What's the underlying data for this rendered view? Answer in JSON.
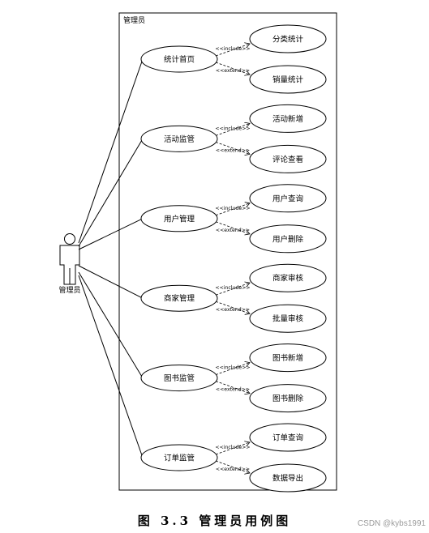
{
  "boundary": {
    "label": "管理员"
  },
  "actor": {
    "label": "管理员",
    "icon": "person-icon"
  },
  "relations": {
    "include": "<<include>>",
    "extend": "<<extend>>"
  },
  "groups": [
    {
      "main": "统计首页",
      "include": "分类统计",
      "extend": "销量统计"
    },
    {
      "main": "活动监管",
      "include": "活动新增",
      "extend": "评论查看"
    },
    {
      "main": "用户管理",
      "include": "用户查询",
      "extend": "用户删除"
    },
    {
      "main": "商家管理",
      "include": "商家审核",
      "extend": "批量审核"
    },
    {
      "main": "图书监管",
      "include": "图书新增",
      "extend": "图书删除"
    },
    {
      "main": "订单监管",
      "include": "订单查询",
      "extend": "数据导出"
    }
  ],
  "caption": "图 3.3 管理员用例图",
  "watermark": "CSDN @kybs1991"
}
